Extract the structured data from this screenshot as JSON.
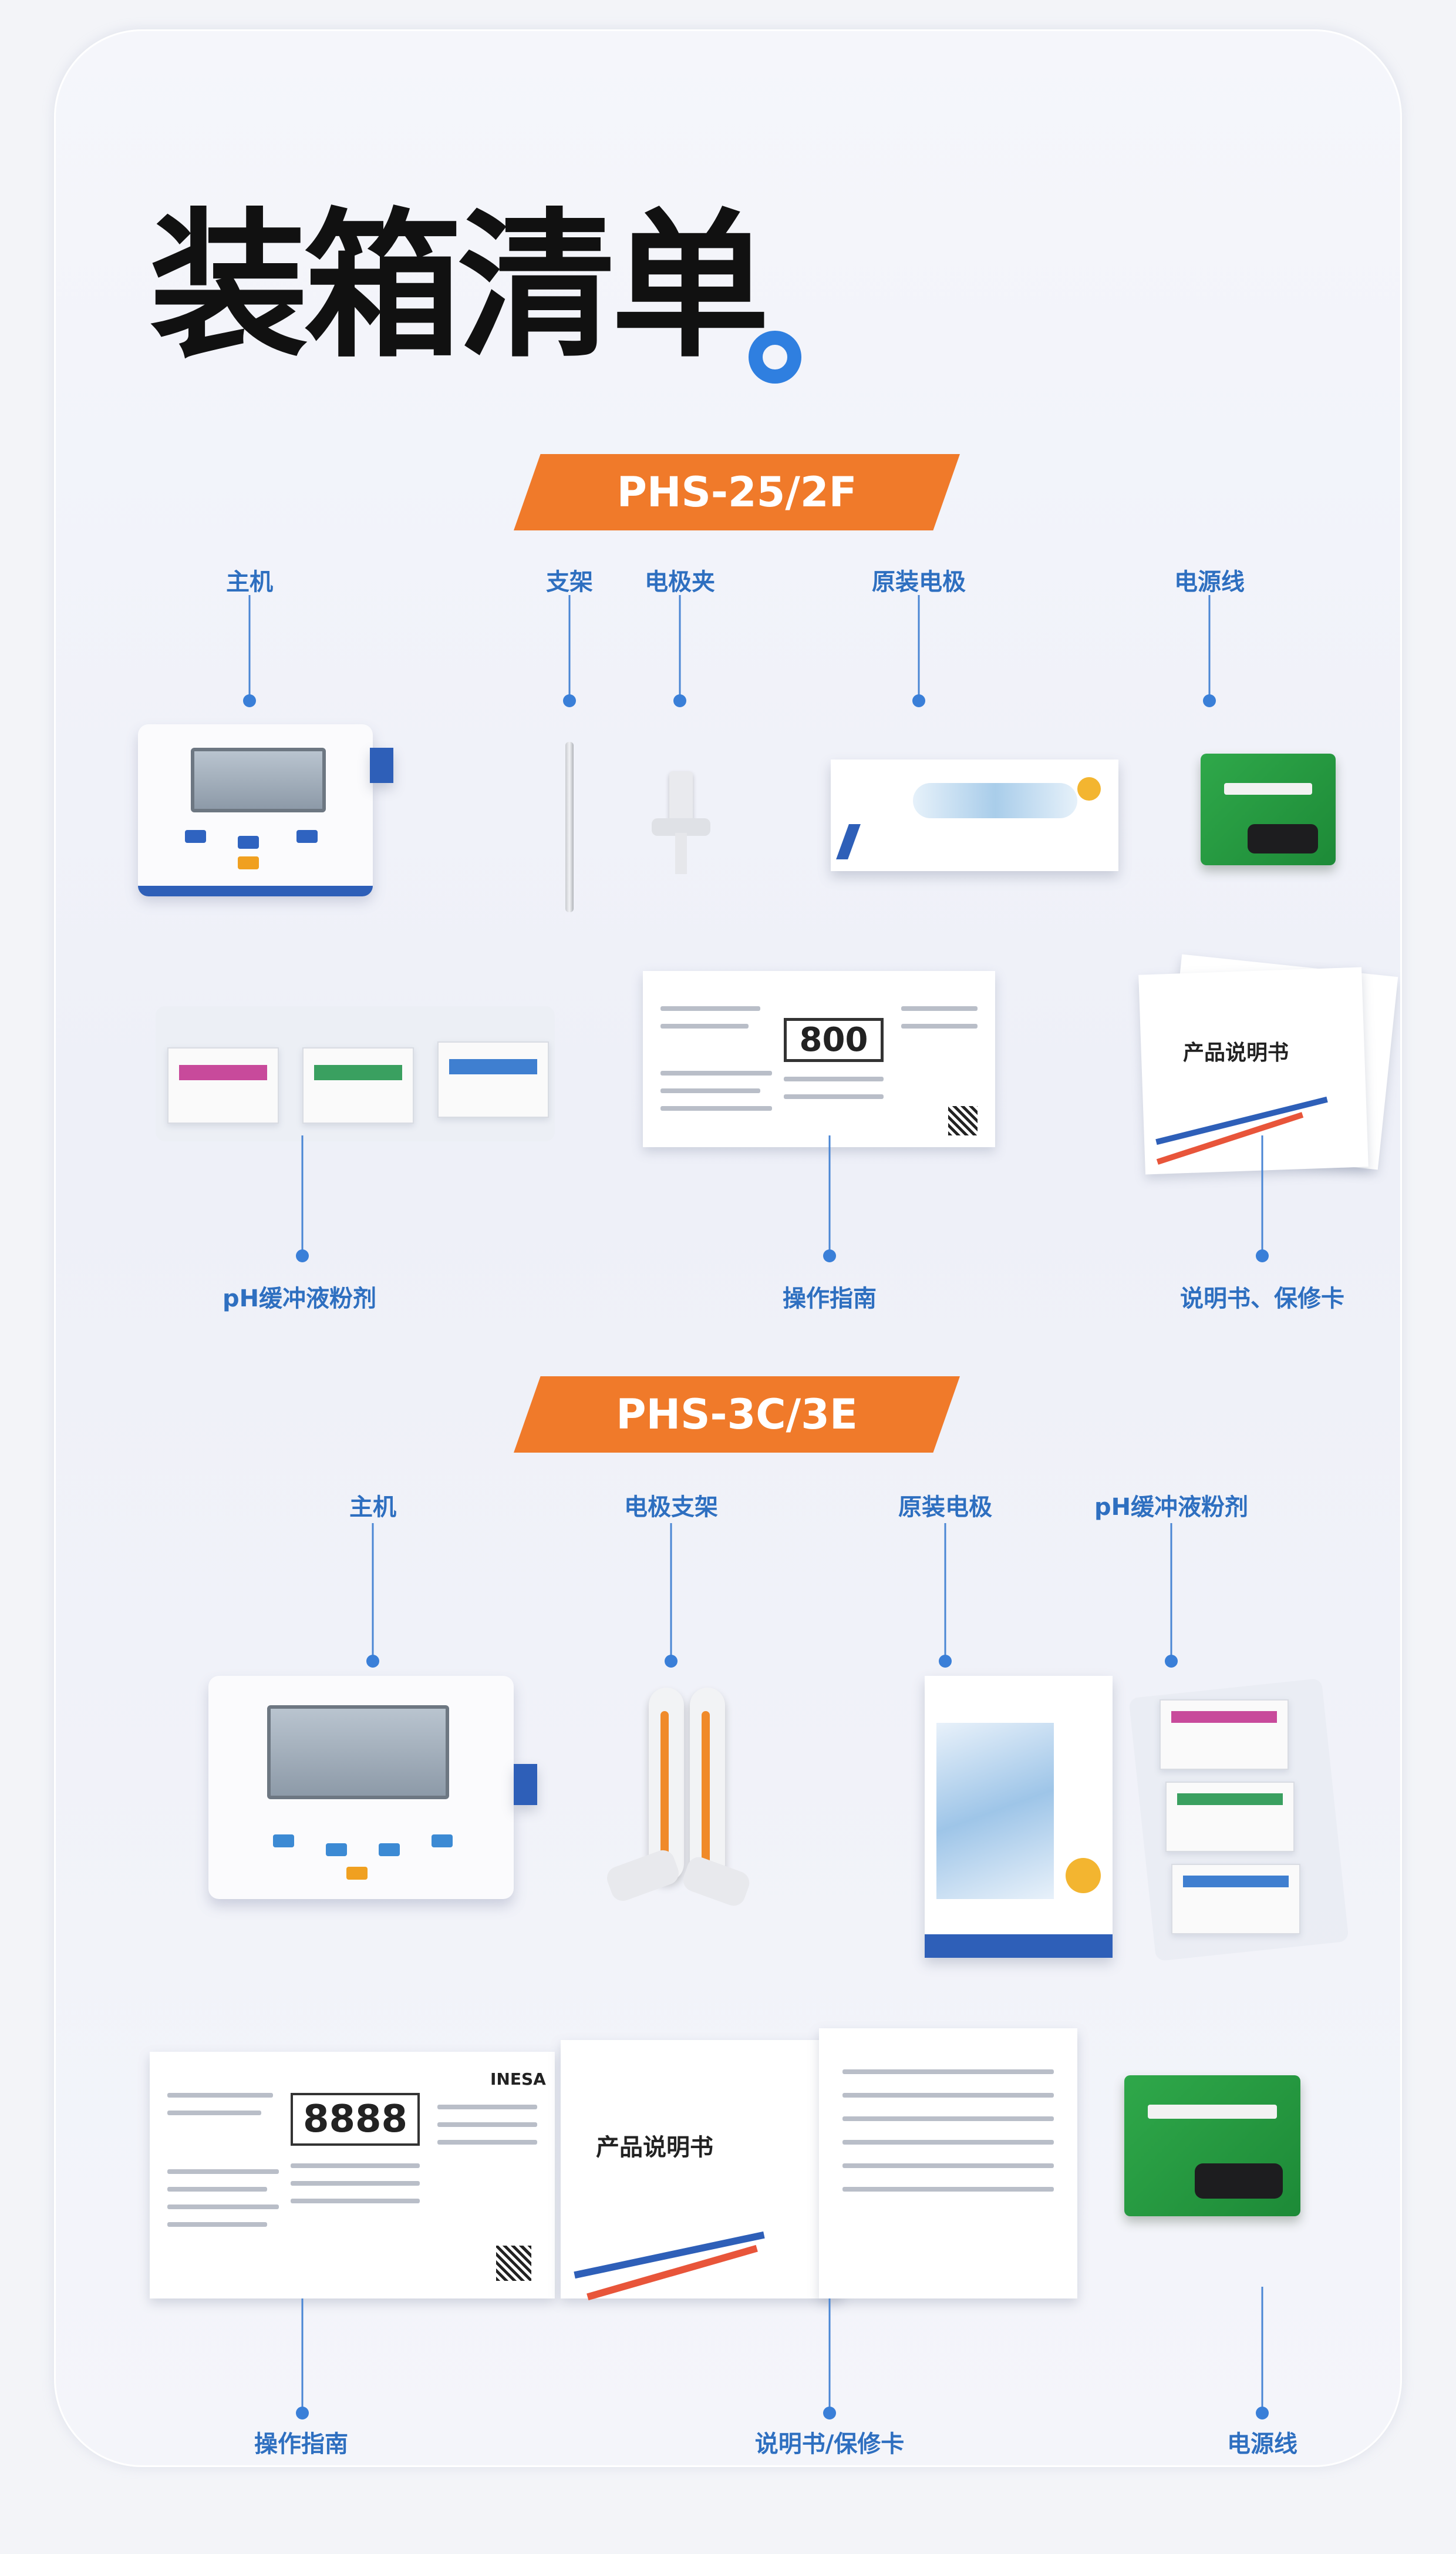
{
  "title": "装箱清单",
  "sections": [
    {
      "model": "PHS-25/2F",
      "top_labels": [
        "主机",
        "支架",
        "电极夹",
        "原装电极",
        "电源线"
      ],
      "bottom_labels": [
        "pH缓冲液粉剂",
        "操作指南",
        "说明书、保修卡"
      ]
    },
    {
      "model": "PHS-3C/3E",
      "top_labels": [
        "主机",
        "电极支架",
        "原装电极",
        "pH缓冲液粉剂"
      ],
      "bottom_labels": [
        "操作指南",
        "说明书/保修卡",
        "电源线"
      ]
    }
  ],
  "product_text": {
    "manual_title": "产品说明书",
    "manual_title_2": "产品说明书",
    "display_digits": "800",
    "display_digits_2": "8888",
    "brand": "INESA"
  },
  "colors": {
    "accent_orange": "#f07a2a",
    "label_blue": "#2e6fc0",
    "dot_blue": "#2f7fe0"
  }
}
